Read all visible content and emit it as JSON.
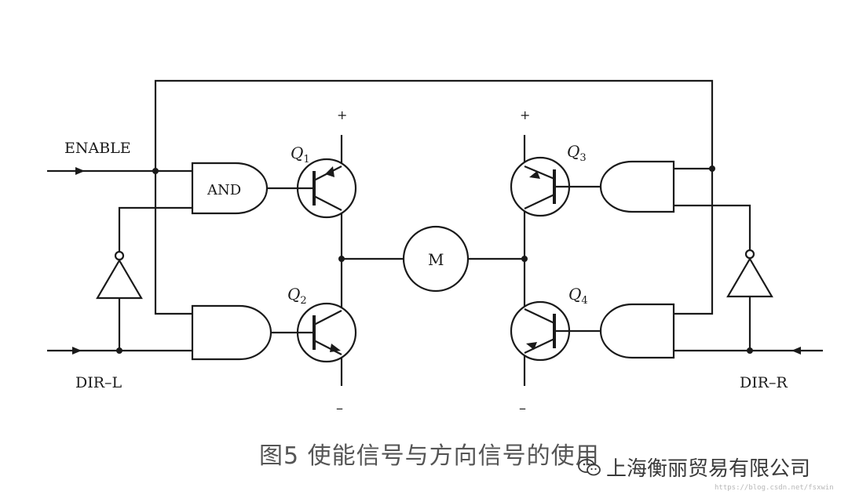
{
  "diagram": {
    "labels": {
      "enable": "ENABLE",
      "dir_left": "DIR–L",
      "dir_right": "DIR–R",
      "gate_top_left": "AND",
      "motor": "M",
      "q1": "Q",
      "q1_sub": "1",
      "q2": "Q",
      "q2_sub": "2",
      "q3": "Q",
      "q3_sub": "3",
      "q4": "Q",
      "q4_sub": "4",
      "plus_left": "+",
      "plus_right": "+",
      "minus_left": "–",
      "minus_right": "–"
    },
    "caption": "图5 使能信号与方向信号的使用",
    "watermark": {
      "icon": "wechat-icon",
      "text": "上海衡丽贸易有限公司",
      "url": "https://blog.csdn.net/fsxwin"
    }
  }
}
